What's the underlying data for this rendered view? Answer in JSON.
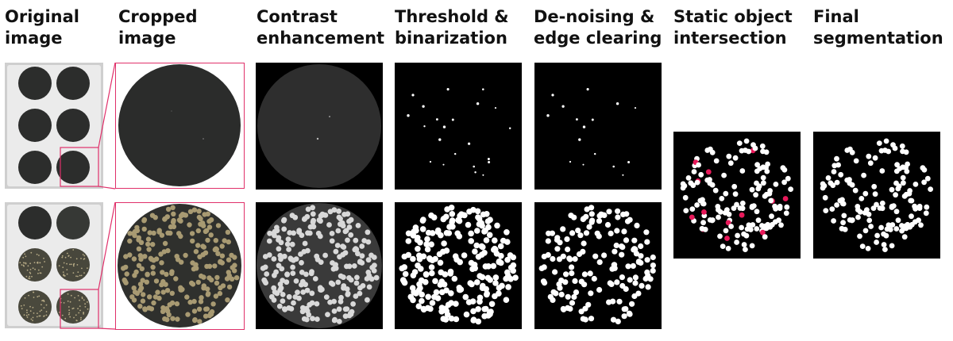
{
  "columns": [
    {
      "id": "original",
      "line1": "Original",
      "line2": "image"
    },
    {
      "id": "cropped",
      "line1": "Cropped",
      "line2": "image"
    },
    {
      "id": "contrast",
      "line1": "Contrast",
      "line2": "enhancement"
    },
    {
      "id": "threshold",
      "line1": "Threshold &",
      "line2": "binarization"
    },
    {
      "id": "denoise",
      "line1": "De-noising &",
      "line2": "edge clearing"
    },
    {
      "id": "static",
      "line1": "Static object",
      "line2": "intersection"
    },
    {
      "id": "final",
      "line1": "Final",
      "line2": "segmentation"
    }
  ],
  "colors": {
    "highlight": "#e0306a",
    "static_object": "#e8195a",
    "colony_white": "#ffffff",
    "plate_dark": "#2a2b2a",
    "colony_tan": "#a89a72",
    "tray_background": "#e9e9e9"
  },
  "rows": [
    {
      "id": "early-timepoint",
      "colony_density": "sparse"
    },
    {
      "id": "late-timepoint",
      "colony_density": "dense"
    }
  ]
}
